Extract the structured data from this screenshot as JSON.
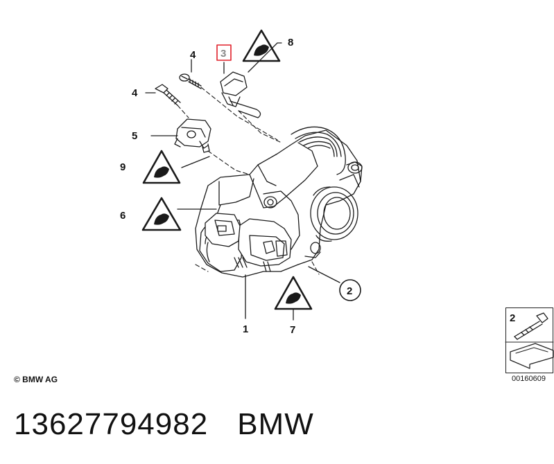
{
  "callouts": {
    "c1": "1",
    "c2": "2",
    "c3": "3",
    "c4a": "4",
    "c4b": "4",
    "c5": "5",
    "c6": "6",
    "c7": "7",
    "c8": "8",
    "c9": "9"
  },
  "legend": {
    "number": "2"
  },
  "copyright": "© BMW AG",
  "image_id": "00160609",
  "footer": {
    "part_number": "13627794982",
    "brand": "BMW"
  },
  "colors": {
    "highlight": "#e0202a",
    "line": "#1a1a1a"
  }
}
